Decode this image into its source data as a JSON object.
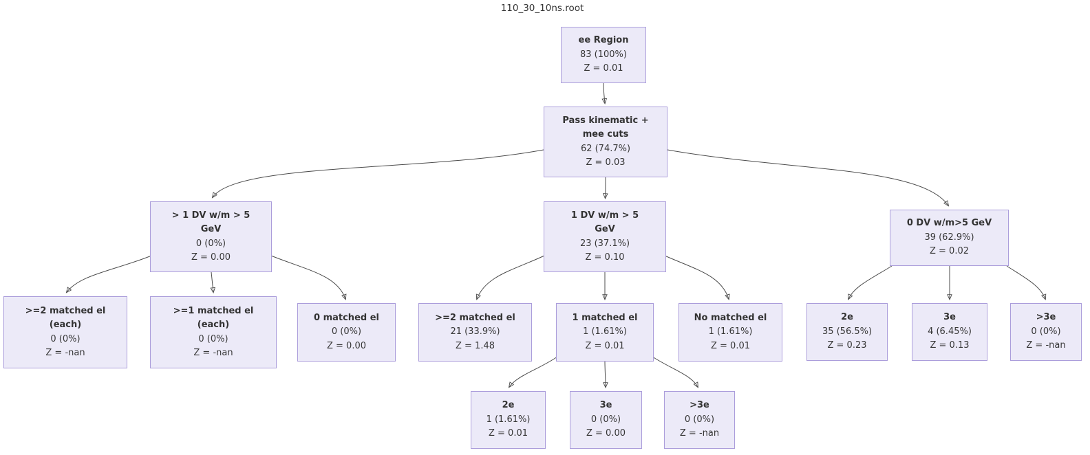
{
  "title": "110_30_10ns.root",
  "colors": {
    "node_fill": "#eceaf8",
    "node_border": "#ab9ddb",
    "edge_line": "#4b4b4b",
    "arrowhead": "#333333",
    "text": "#363636"
  },
  "nodes": {
    "root": {
      "line1": "ee Region",
      "count": "83 (100%)",
      "z": "Z = 0.01"
    },
    "pass": {
      "line1": "Pass kinematic +",
      "line2": "mee cuts",
      "count": "62 (74.7%)",
      "z": "Z = 0.03"
    },
    "gt1dv": {
      "line1": "> 1 DV w/m > 5",
      "line2": "GeV",
      "count": "0 (0%)",
      "z": "Z = 0.00"
    },
    "dv1": {
      "line1": "1 DV w/m > 5",
      "line2": "GeV",
      "count": "23 (37.1%)",
      "z": "Z = 0.10"
    },
    "dv0": {
      "line1": "0 DV w/m>5 GeV",
      "count": "39 (62.9%)",
      "z": "Z = 0.02"
    },
    "m2each": {
      "line1": ">=2 matched el",
      "line2": "(each)",
      "count": "0 (0%)",
      "z": "Z = -nan"
    },
    "m1each": {
      "line1": ">=1 matched el",
      "line2": "(each)",
      "count": "0 (0%)",
      "z": "Z = -nan"
    },
    "m0": {
      "line1": "0 matched el",
      "count": "0 (0%)",
      "z": "Z = 0.00"
    },
    "m2": {
      "line1": ">=2 matched el",
      "count": "21 (33.9%)",
      "z": "Z = 1.48"
    },
    "m1": {
      "line1": "1 matched el",
      "count": "1 (1.61%)",
      "z": "Z = 0.01"
    },
    "nom": {
      "line1": "No matched el",
      "count": "1 (1.61%)",
      "z": "Z = 0.01"
    },
    "e2r": {
      "line1": "2e",
      "count": "35 (56.5%)",
      "z": "Z = 0.23"
    },
    "e3r": {
      "line1": "3e",
      "count": "4 (6.45%)",
      "z": "Z = 0.13"
    },
    "egt3r": {
      "line1": ">3e",
      "count": "0 (0%)",
      "z": "Z = -nan"
    },
    "e2": {
      "line1": "2e",
      "count": "1 (1.61%)",
      "z": "Z = 0.01"
    },
    "e3": {
      "line1": "3e",
      "count": "0 (0%)",
      "z": "Z = 0.00"
    },
    "egt3": {
      "line1": ">3e",
      "count": "0 (0%)",
      "z": "Z = -nan"
    }
  },
  "edges": [
    [
      "root",
      "pass"
    ],
    [
      "pass",
      "gt1dv"
    ],
    [
      "pass",
      "dv1"
    ],
    [
      "pass",
      "dv0"
    ],
    [
      "gt1dv",
      "m2each"
    ],
    [
      "gt1dv",
      "m1each"
    ],
    [
      "gt1dv",
      "m0"
    ],
    [
      "dv1",
      "m2"
    ],
    [
      "dv1",
      "m1"
    ],
    [
      "dv1",
      "nom"
    ],
    [
      "m1",
      "e2"
    ],
    [
      "m1",
      "e3"
    ],
    [
      "m1",
      "egt3"
    ],
    [
      "dv0",
      "e2r"
    ],
    [
      "dv0",
      "e3r"
    ],
    [
      "dv0",
      "egt3r"
    ]
  ]
}
